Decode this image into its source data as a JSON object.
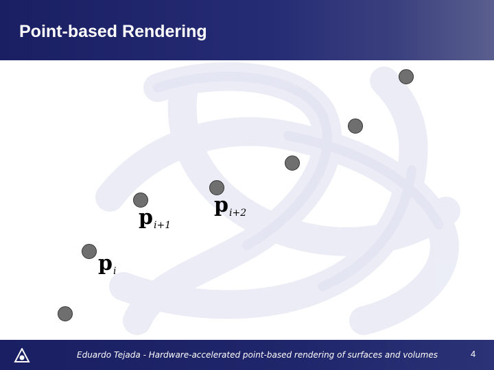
{
  "slide": {
    "title": "Point-based Rendering"
  },
  "labels": [
    {
      "main": "p",
      "sub": "i+1"
    },
    {
      "main": "p",
      "sub": "i+2"
    },
    {
      "main": "p",
      "sub": "i"
    }
  ],
  "footer": {
    "caption": "Eduardo Tejada - Hardware-accelerated point-based rendering of surfaces and volumes",
    "page_number": "4"
  },
  "colors": {
    "header": "#1a1f63",
    "point_fill": "#6f6f6f",
    "point_outline": "#333333"
  }
}
